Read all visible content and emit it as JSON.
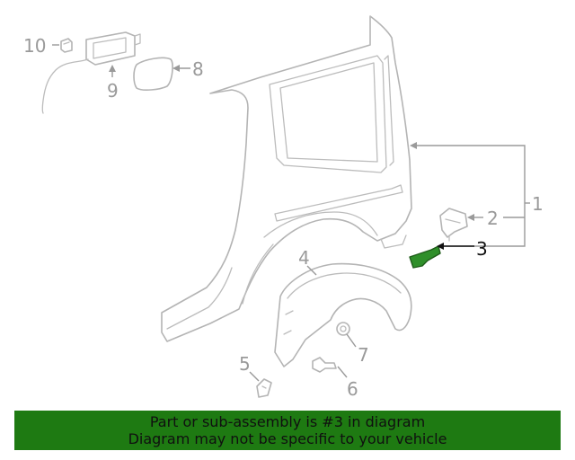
{
  "callouts": {
    "c1": "1",
    "c2": "2",
    "c3": "3",
    "c4": "4",
    "c5": "5",
    "c6": "6",
    "c7": "7",
    "c8": "8",
    "c9": "9",
    "c10": "10"
  },
  "highlight_part": "3",
  "colors": {
    "highlight": "#2f8f2a",
    "banner": "#1e7a12",
    "callout_gray": "#9a9a9a",
    "outline_gray": "#b4b4b4"
  },
  "banner": {
    "line1": "Part or sub-assembly is #3 in diagram",
    "line2": "Diagram may not be specific to your vehicle"
  }
}
